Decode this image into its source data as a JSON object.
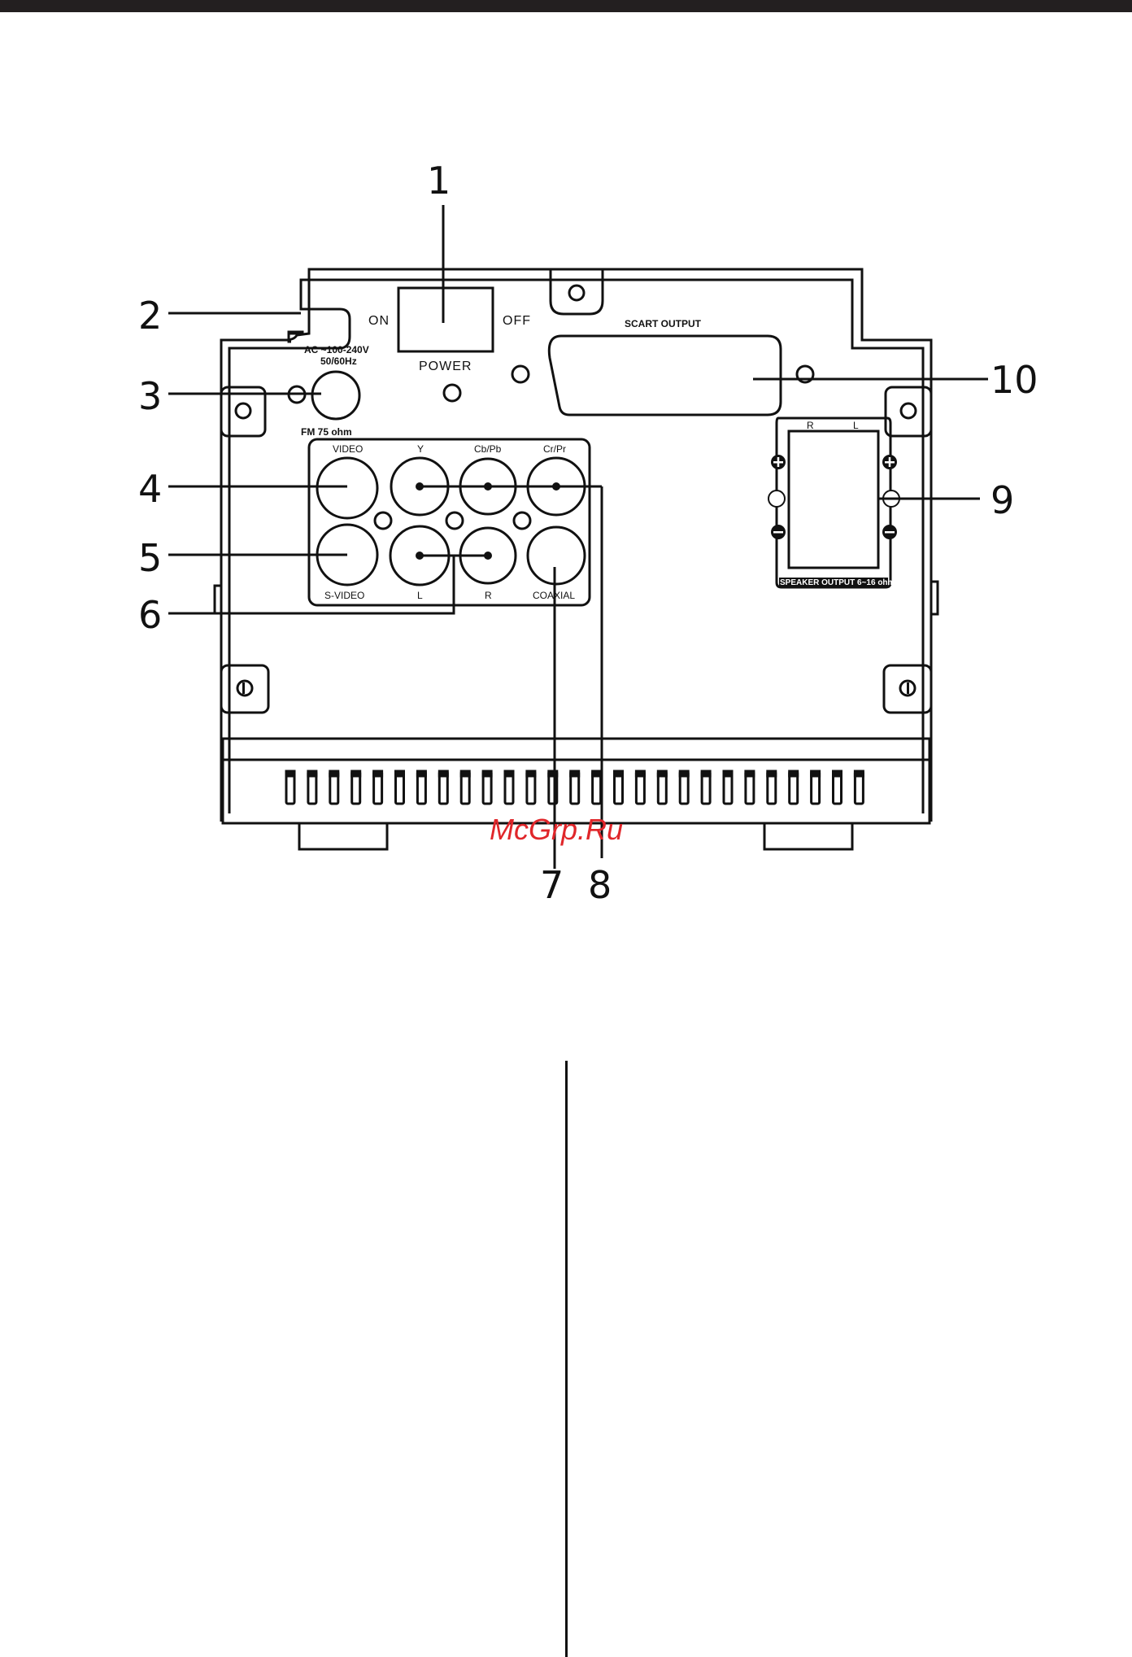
{
  "watermark": "McGrp.Ru",
  "callouts": {
    "c1": "1",
    "c2": "2",
    "c3": "3",
    "c4": "4",
    "c5": "5",
    "c6": "6",
    "c7": "7",
    "c8": "8",
    "c9": "9",
    "c10": "10"
  },
  "panel": {
    "on": "ON",
    "off": "OFF",
    "power": "POWER",
    "scart": "SCART OUTPUT",
    "ac_line1": "AC ~100-240V",
    "ac_line2": "50/60Hz",
    "fm": "FM  75 ohm",
    "video": "VIDEO",
    "y": "Y",
    "cbpb": "Cb/Pb",
    "crpr": "Cr/Pr",
    "svideo": "S-VIDEO",
    "l": "L",
    "r": "R",
    "coaxial": "COAXIAL",
    "spk_r": "R",
    "spk_l": "L",
    "speaker_output": "SPEAKER  OUTPUT  6~16 ohm"
  },
  "colors": {
    "ink": "#111111",
    "top_bar": "#231f20",
    "watermark": "#e0262a"
  }
}
